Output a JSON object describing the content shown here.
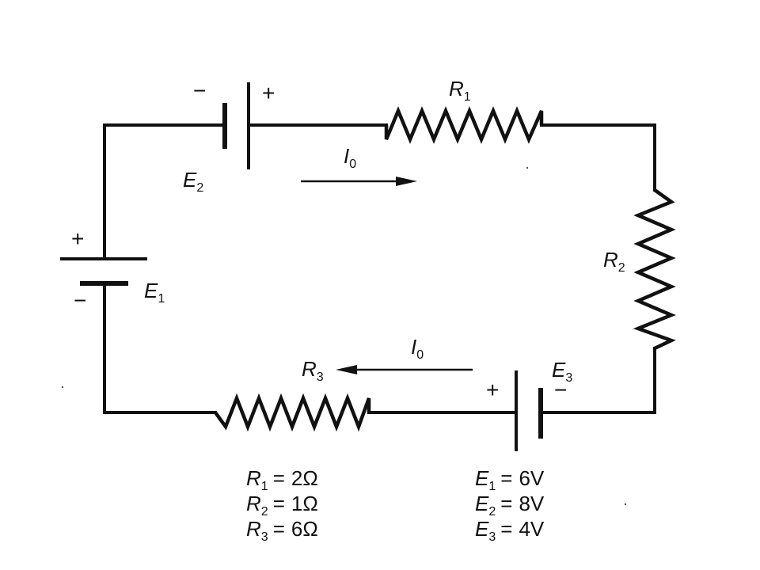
{
  "labels": {
    "r1": {
      "base": "R",
      "sub": "1"
    },
    "r2": {
      "base": "R",
      "sub": "2"
    },
    "r3": {
      "base": "R",
      "sub": "3"
    },
    "e1": {
      "base": "E",
      "sub": "1"
    },
    "e2": {
      "base": "E",
      "sub": "2"
    },
    "e3": {
      "base": "E",
      "sub": "3"
    },
    "i_top": {
      "base": "I",
      "sub": "0"
    },
    "i_bottom": {
      "base": "I",
      "sub": "0"
    }
  },
  "polarity": {
    "plus": "+",
    "minus": "−"
  },
  "values": {
    "resistors": [
      {
        "base": "R",
        "sub": "1",
        "eq": "=",
        "value": "2Ω"
      },
      {
        "base": "R",
        "sub": "2",
        "eq": "=",
        "value": "1Ω"
      },
      {
        "base": "R",
        "sub": "3",
        "eq": "=",
        "value": "6Ω"
      }
    ],
    "sources": [
      {
        "base": "E",
        "sub": "1",
        "eq": "=",
        "value": "6V"
      },
      {
        "base": "E",
        "sub": "2",
        "eq": "=",
        "value": "8V"
      },
      {
        "base": "E",
        "sub": "3",
        "eq": "=",
        "value": "4V"
      }
    ]
  }
}
